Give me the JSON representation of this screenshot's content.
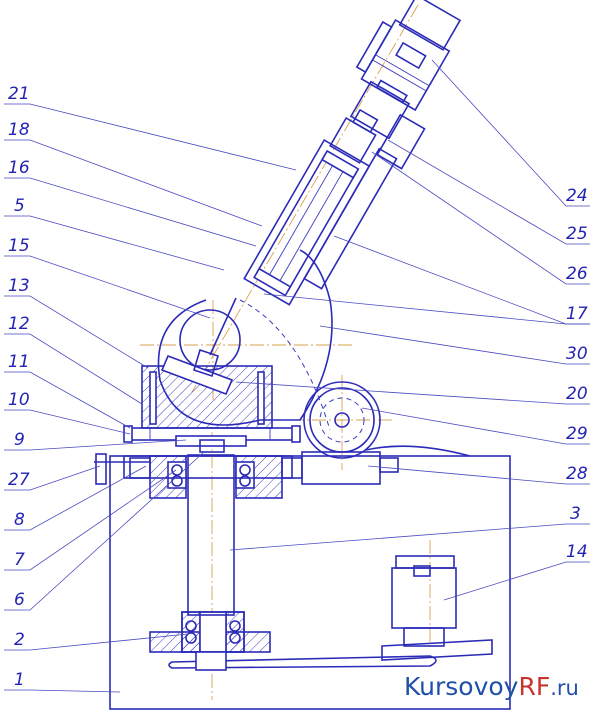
{
  "drawing": {
    "left_labels": [
      "21",
      "18",
      "16",
      "5",
      "15",
      "13",
      "12",
      "11",
      "10",
      "9",
      "27",
      "8",
      "7",
      "6",
      "2",
      "1"
    ],
    "right_labels": [
      "24",
      "25",
      "26",
      "17",
      "30",
      "20",
      "29",
      "28",
      "3",
      "14"
    ],
    "colors": {
      "line": "#2b2bb8",
      "centerline": "#d9a050",
      "label": "#2424b4"
    }
  },
  "watermark": {
    "part1": "Kursovoy",
    "part2": "RF",
    "part3": ".ru"
  }
}
